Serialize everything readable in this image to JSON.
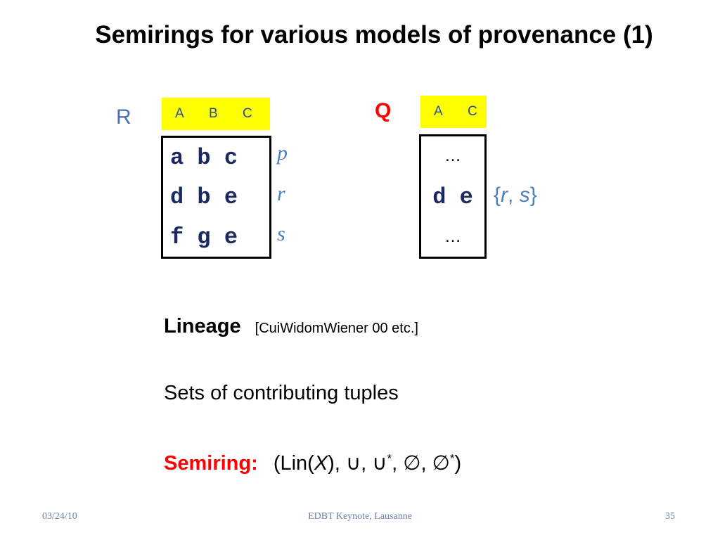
{
  "title": "Semirings for various models of provenance (1)",
  "relation_r": {
    "name": "R",
    "name_color": "#4a6fb5",
    "columns": [
      "A",
      "B",
      "C"
    ],
    "rows": [
      "a b c",
      "d b e",
      "f g e"
    ],
    "annotations": [
      "p",
      "r",
      "s"
    ]
  },
  "relation_q": {
    "name": "Q",
    "name_color": "#ff0000",
    "columns": [
      "A",
      "C"
    ],
    "rows": [
      "…",
      "d e",
      "…"
    ],
    "annotation": {
      "open": "{",
      "r": "r",
      "sep": ",",
      "s": "s",
      "close": "}"
    }
  },
  "lineage": {
    "label": "Lineage",
    "citation": "[CuiWidomWiener 00 etc.]"
  },
  "description": "Sets of contributing tuples",
  "semiring": {
    "label": "Semiring:",
    "label_color": "#ff0000",
    "open": "(Lin(",
    "var": "X",
    "rest": "), ∪, ∪",
    "sup1": "*",
    "mid": ", ∅, ∅",
    "sup2": "*",
    "close": ")"
  },
  "footer": {
    "date": "03/24/10",
    "center": "EDBT Keynote, Lausanne",
    "page": "35"
  }
}
